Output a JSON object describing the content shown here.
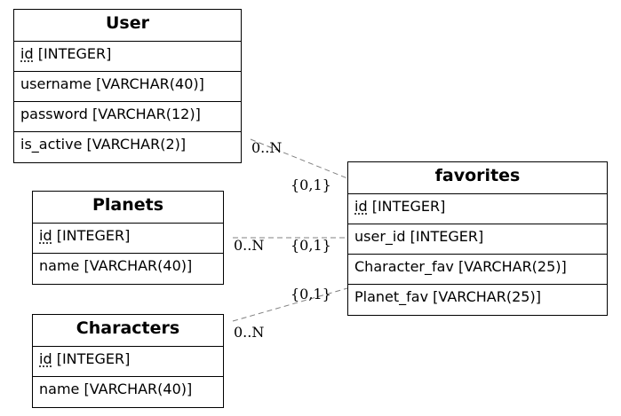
{
  "entities": {
    "user": {
      "title": "User",
      "fields": [
        {
          "key": "id",
          "type": " [INTEGER]"
        },
        {
          "text": "username [VARCHAR(40)]"
        },
        {
          "text": "password [VARCHAR(12)]"
        },
        {
          "text": "is_active [VARCHAR(2)]"
        }
      ]
    },
    "planets": {
      "title": "Planets",
      "fields": [
        {
          "key": "id",
          "type": " [INTEGER]"
        },
        {
          "text": "name [VARCHAR(40)]"
        }
      ]
    },
    "characters": {
      "title": "Characters",
      "fields": [
        {
          "key": "id",
          "type": " [INTEGER]"
        },
        {
          "text": "name [VARCHAR(40)]"
        }
      ]
    },
    "favorites": {
      "title": "favorites",
      "fields": [
        {
          "key": "id",
          "type": " [INTEGER]"
        },
        {
          "text": "user_id [INTEGER]"
        },
        {
          "text": "Character_fav [VARCHAR(25)]"
        },
        {
          "text": "Planet_fav [VARCHAR(25)]"
        }
      ]
    }
  },
  "relationships": [
    {
      "from": "User",
      "to": "favorites",
      "from_cardinality": "0..N",
      "to_cardinality": "{0,1}"
    },
    {
      "from": "Planets",
      "to": "favorites",
      "from_cardinality": "0..N",
      "to_cardinality": "{0,1}"
    },
    {
      "from": "Characters",
      "to": "favorites",
      "from_cardinality": "0..N",
      "to_cardinality": "{0,1}"
    }
  ],
  "colors": {
    "border": "#000000",
    "connector": "#808080",
    "background": "#ffffff"
  }
}
